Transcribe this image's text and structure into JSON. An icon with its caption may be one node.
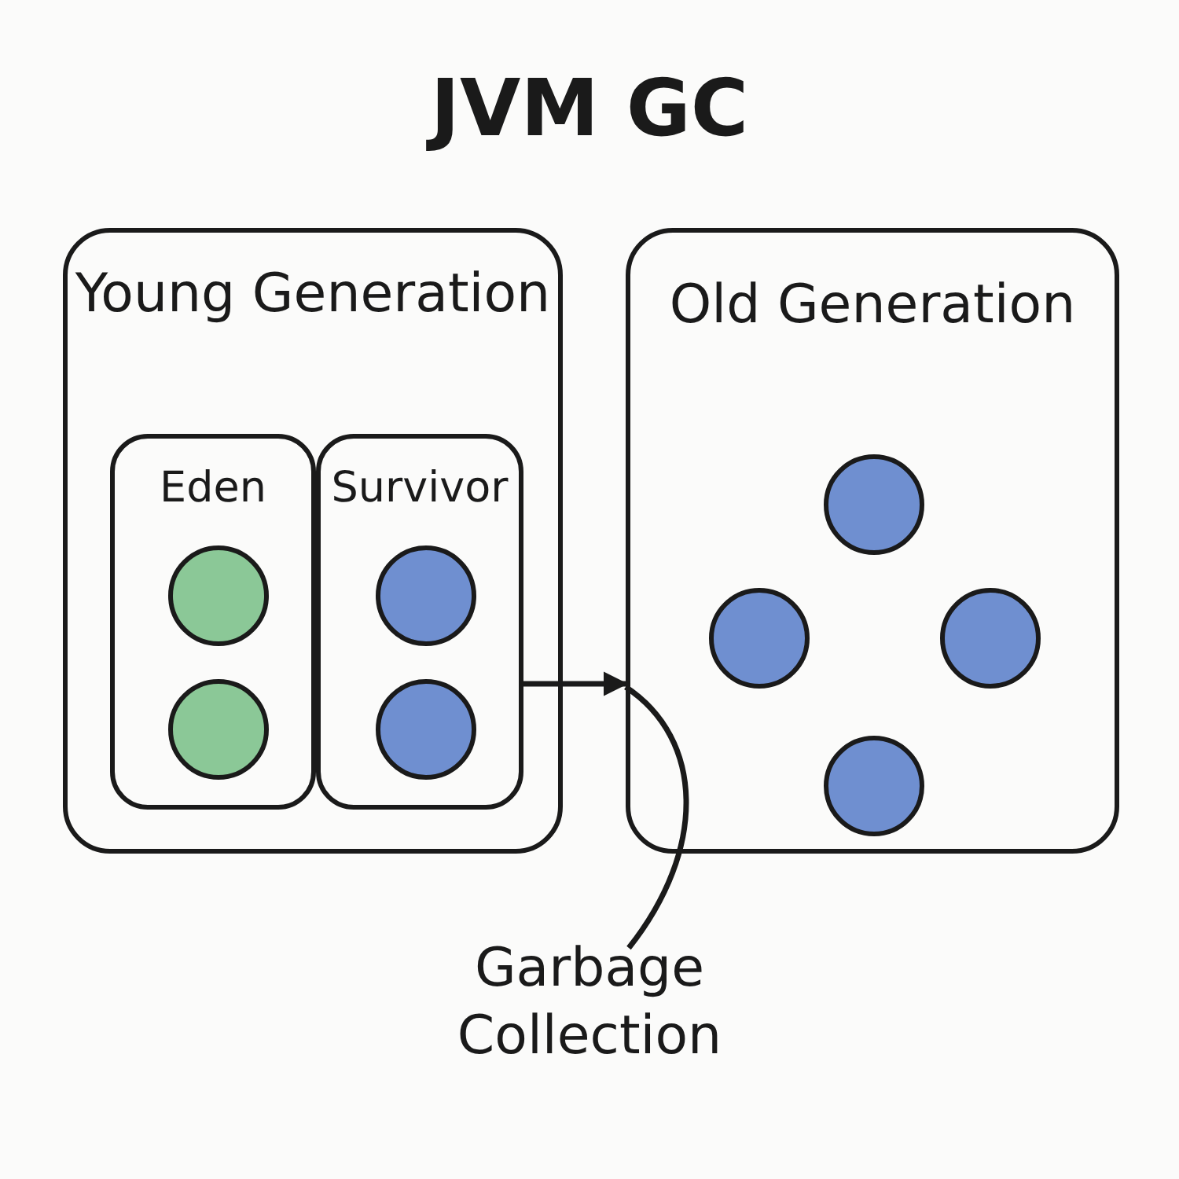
{
  "diagram": {
    "title": "JVM GC",
    "nodes": [
      {
        "text": [
          "Young Generation"
        ]
      },
      {
        "text": [
          "Eden"
        ],
        "in": 0
      },
      {
        "text": [
          "Survivor"
        ],
        "in": 0
      },
      {
        "text": [],
        "shape": "circle",
        "in": 1
      },
      {
        "text": [],
        "shape": "circle",
        "in": 1
      },
      {
        "text": [],
        "shape": "circle",
        "in": 2
      },
      {
        "text": [],
        "shape": "circle",
        "in": 2
      },
      {
        "text": [
          "Old Generation"
        ]
      },
      {
        "text": [],
        "shape": "circle",
        "in": 7
      },
      {
        "text": [],
        "shape": "circle",
        "in": 7
      },
      {
        "text": [],
        "shape": "circle",
        "in": 7
      },
      {
        "text": [],
        "shape": "circle",
        "in": 7
      },
      {
        "text": [
          "Garbage Collection"
        ]
      }
    ],
    "edges": [
      {
        "from": 2,
        "to": 7,
        "arrow": "to"
      },
      {
        "from": 12,
        "to": 7,
        "arrow": "none"
      }
    ]
  }
}
